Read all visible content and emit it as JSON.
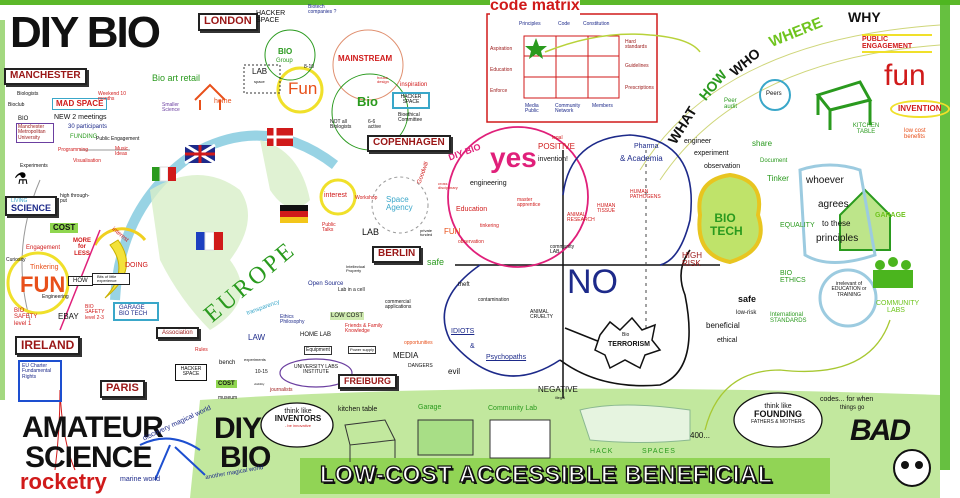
{
  "title": "DIY BIO",
  "colors": {
    "red": "#d01a1a",
    "green": "#2a9a1e",
    "lime": "#6fc41e",
    "navy": "#1d2a8a",
    "pink": "#e0207a",
    "cyan": "#3aa7c9"
  },
  "manchester": {
    "label": "MANCHESTER",
    "madspace": "MAD SPACE",
    "weekend": "Weekend 10 months",
    "biologists": "Biologists",
    "bioclub": "Bioclub",
    "bio": "BIO",
    "meetings": "NEW 2 meetings",
    "participants": "30 participants",
    "funding": "FUNDING",
    "public_engagement": "Public Engagement",
    "university": "Manchester Metropolitan University",
    "programming": "Programming",
    "visualisation": "Visualisation",
    "music": "Music Ideas",
    "experiments": "Experiments"
  },
  "left": {
    "living_science_1": "LIVING",
    "living_science_2": "SCIENCE",
    "high_throughput": "high through-put",
    "cost": "COST",
    "engagement": "Engagement",
    "more_for_less": "MORE for LESS",
    "curiosity": "Curiosity",
    "tinkering": "Tinkering",
    "fun": "FUN",
    "engineering": "Engineering",
    "interest": "interest",
    "doing": "DOING",
    "how": "HOW",
    "bits": "Bits of little experience",
    "biosafety1": "BIO SAFETY level 1",
    "ebay": "EBAY",
    "biosafety23": "BIO SAFETY level 2-3",
    "garage_biotech": "GARAGE BIO TECH",
    "ireland": "IRELAND",
    "eu_charter": "EU Charter Fundamental Rights"
  },
  "bottom_left": {
    "amateur": "AMATEUR",
    "science": "SCIENCE",
    "rocketry": "rocketry",
    "discovery": "discovery magical world",
    "marine": "marine world",
    "diy": "DIY",
    "bio": "BIO",
    "another": "another magical world",
    "think_like": "think like",
    "inventors": "INVENTORS",
    "innovative": "- be innovative"
  },
  "london": {
    "label": "LONDON",
    "hackerspace": "HACKER SPACE",
    "biotech": "Biotech companies ?",
    "biogroup_1": "BIO",
    "biogroup_2": "Group",
    "lab": "LAB",
    "lab_space": "space",
    "fun": "Fun",
    "count": "8-10",
    "bio_art": "Bio art retail",
    "home": "home",
    "smaller_science": "Smaller Science"
  },
  "copenhagen": {
    "mainstream": "MAINSTREAM",
    "house": "house design",
    "inspiration": "inspiration",
    "bio": "Bio",
    "hackerspace": "HACKER SPACE",
    "not_all": "NOT all Biologists",
    "active": "6-6 active",
    "bioethical": "Bioethical Committee",
    "label": "COPENHAGEN"
  },
  "berlin": {
    "interest": "interest",
    "workshop": "Workshop",
    "public_talks": "Public Talks",
    "lab": "LAB",
    "space_agency": "Space Agency",
    "label": "BERLIN",
    "private": "private funded"
  },
  "europe": {
    "label": "EUROPE"
  },
  "code_matrix": {
    "title": "code matrix",
    "columns": [
      "Principles",
      "Code",
      "Constitution"
    ],
    "rows": [
      "Aspiration",
      "Education",
      "Enforce"
    ],
    "right": [
      "Hard standards",
      "Guidelines",
      "Prescriptions"
    ],
    "bottom": [
      "Media Public",
      "Community Network",
      "Members"
    ]
  },
  "arc": [
    "WHAT",
    "HOW",
    "WHO",
    "WHERE",
    "WHY"
  ],
  "right": {
    "public_engagement": "PUBLIC ENGAGEMENT",
    "fun": "fun",
    "invention": "INVENTION",
    "low_cost": "low cost benefits",
    "kitchen_table": "KITCHEN TABLE",
    "garage": "GARAGE",
    "community_labs": "COMMUNITY LABS",
    "peers": "Peers",
    "peer_audit": "Peer audit",
    "engineer": "engineer",
    "experiment": "experiment",
    "observation": "observation",
    "share": "share",
    "document": "Document",
    "tinker": "Tinker",
    "whoever": "whoever",
    "agrees": "agrees",
    "to_these": "to these",
    "principles": "principles",
    "biotech": "BIO TECH",
    "equality": "EQUALITY",
    "bioethics": "BIO ETHICS",
    "irrelevant": "irrelevant of EDUCATION or TRAINING",
    "safe": "safe",
    "low_risk": "low-risk",
    "beneficial": "beneficial",
    "ethical": "ethical",
    "international": "International STANDARDS",
    "high_risk": "HIGH RISK"
  },
  "quadrant": {
    "diybio": "DIY-BIO",
    "yes": "yes",
    "invention": "invention!",
    "cross": "cross disciplinary",
    "engineering": "engineering",
    "education": "Education",
    "master": "master apprentice",
    "tinkering": "tinkering",
    "fun": "FUN",
    "observation": "observation",
    "goodwill": "Goodwill",
    "legal": "legal",
    "positive": "POSITIVE",
    "pharma": "Pharma",
    "academia": "& Academia",
    "pathogens": "HUMAN PATHOGENS",
    "tissue": "HUMAN TISSUE",
    "animal_research": "ANIMAL RESEARCH",
    "community_lab": "community LAB",
    "safe": "safe",
    "no": "NO",
    "theft": "theft",
    "contamination": "contamination",
    "cruelty": "ANIMAL CRUELTY",
    "idiots": "IDIOTS",
    "amp": "&",
    "psychopaths": "Psychopaths",
    "bio": "Bio",
    "terrorism": "TERRORISM",
    "negative": "NEGATIVE",
    "illegal": "illegal"
  },
  "freiburg": {
    "open_source": "Open Source",
    "ip": "Intellectual Property",
    "transparency": "transparency",
    "ethics": "Ethics Philosophy",
    "law": "LAW",
    "lab_in_cell": "Lab in a cell",
    "commercial": "commercial applications",
    "low_cost": "LOW COST",
    "home_lab": "HOME LAB",
    "friends": "Friends & Family Knowledge",
    "equipment": "Equipment",
    "power": "Power supply",
    "media": "MEDIA",
    "opportunities": "opportunities",
    "dangers": "DANGERS",
    "evil": "evil",
    "university": "UNIVERSITY LABS INSTITUTE",
    "count": "10-15",
    "label": "FREIBURG"
  },
  "paris": {
    "association": "Association",
    "rules": "Rules",
    "bench": "bench",
    "experiments": "experiments",
    "hackerspace": "HACKER SPACE",
    "cost": "COST",
    "label": "PARIS",
    "museum": "museum",
    "journalists": "journalists",
    "visibility": "visibility"
  },
  "bottom": {
    "kitchen_table": "kitchen table",
    "garage": "Garage",
    "community_lab": "Community Lab",
    "hack": "HACK",
    "spaces": "SPACES",
    "count": "400...",
    "think_like": "think like",
    "founding": "FOUNDING",
    "fathers": "FATHERS & MOTHERS",
    "codes": "codes... for when",
    "things_go": "things go",
    "bad": "BAD",
    "banner": "LOW-COST ACCESSIBLE BENEFICIAL"
  }
}
